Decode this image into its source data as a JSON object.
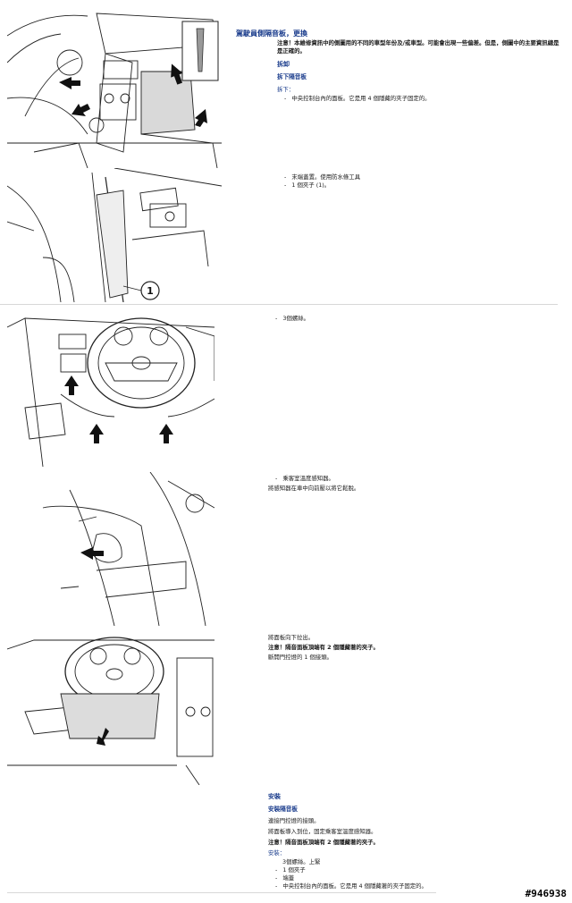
{
  "title": "駕駛員側隔音板，更換",
  "note_intro": "注意！本維修資訊中的側圖用的不同的車型年份及/或車型。可能會出現一些偏差。但是，側圖中的主要資訊總是是正確的。",
  "removal": {
    "heading": "拆卸",
    "subheading": "拆下隔音板",
    "label": "拆下：",
    "steps_a": [
      "中央控制台內的面板。它是用 4 個隱藏的夾子固定的。"
    ],
    "steps_b": [
      "末端蓋置。使用防水條工具",
      "1 個夾子 (1)。"
    ],
    "steps_c": [
      "3個螺絲。"
    ],
    "steps_d": [
      "乘客室溫度感知器。"
    ],
    "sensor_note": "將感知器在車中向前壓以將它鬆脫。",
    "pull_panel": "將面板向下拉出。",
    "warning_clips": "注意！隔音面板頂端有 2 個隱藏著的夾子。",
    "disconnect": "斷開門控燈的 1 個接頭。"
  },
  "install": {
    "heading": "安裝",
    "subheading": "安裝隔音板",
    "connect": "連接門控燈的接頭。",
    "guide_panel": "將面板導入到位，固定乘客室溫度感知器。",
    "warning_clips": "注意！隔音面板頂端有 2 個隱藏著的夾子。",
    "label": "安裝：",
    "screws": "3個螺絲。上緊",
    "steps": [
      "1 個夾子",
      "端蓋",
      "中央控制台內的面板。它是用 4 個隱藏著的夾子固定的。"
    ]
  },
  "callout_number": "1",
  "image_id": "#946938"
}
